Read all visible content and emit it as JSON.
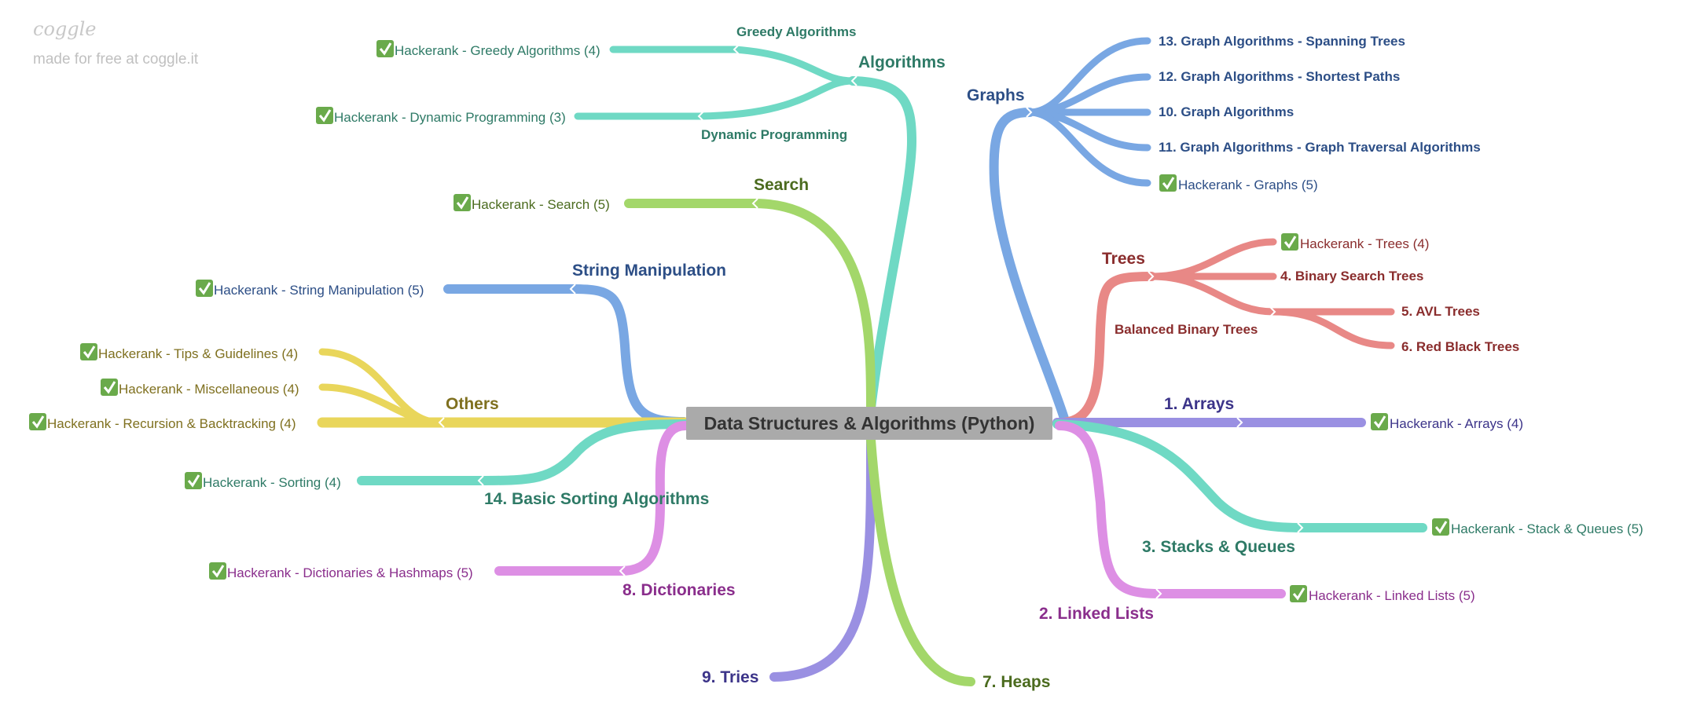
{
  "watermark": {
    "logo": "coggle",
    "tagline": "made for free at coggle.it"
  },
  "central": {
    "label": "Data Structures & Algorithms (Python)"
  },
  "colors": {
    "teal": "#6fd9c4",
    "green": "#a3d76a",
    "blue": "#79a7e3",
    "yellow": "#e9d65b",
    "purple": "#9a90e2",
    "pink": "#dd8fe4",
    "red": "#e88886",
    "checkbox": "#6aaa4b",
    "central_bg": "#aaaaaa"
  },
  "branches": {
    "algorithms": {
      "label": "Algorithms",
      "greedy": {
        "label": "Greedy Algorithms",
        "item": "Hackerank - Greedy Algorithms (4)"
      },
      "dynamic": {
        "label": "Dynamic Programming",
        "item": "Hackerank - Dynamic Programming (3)"
      }
    },
    "search": {
      "label": "Search",
      "item": "Hackerank - Search (5)"
    },
    "string_manipulation": {
      "label": "String Manipulation",
      "item": "Hackerank - String Manipulation (5)"
    },
    "others": {
      "label": "Others",
      "items": [
        "Hackerank - Tips & Guidelines (4)",
        "Hackerank - Miscellaneous (4)",
        "Hackerank - Recursion & Backtracking (4)"
      ]
    },
    "sorting": {
      "label": "14. Basic Sorting Algorithms",
      "item": "Hackerank - Sorting (4)"
    },
    "dictionaries": {
      "label": "8. Dictionaries",
      "item": "Hackerank - Dictionaries & Hashmaps (5)"
    },
    "tries": {
      "label": "9. Tries"
    },
    "heaps": {
      "label": "7. Heaps"
    },
    "graphs": {
      "label": "Graphs",
      "items": [
        "13. Graph Algorithms - Spanning Trees",
        "12. Graph Algorithms - Shortest Paths",
        "10. Graph Algorithms",
        "11. Graph Algorithms - Graph Traversal Algorithms"
      ],
      "hackerank": "Hackerank - Graphs (5)"
    },
    "trees": {
      "label": "Trees",
      "hackerank": "Hackerank - Trees (4)",
      "bst": "4. Binary Search Trees",
      "balanced": {
        "label": "Balanced Binary Trees",
        "items": [
          "5. AVL Trees",
          "6. Red Black Trees"
        ]
      }
    },
    "arrays": {
      "label": "1. Arrays",
      "item": "Hackerank - Arrays (4)"
    },
    "stacks": {
      "label": "3. Stacks & Queues",
      "item": "Hackerank - Stack & Queues (5)"
    },
    "linked_lists": {
      "label": "2. Linked Lists",
      "item": "Hackerank - Linked Lists (5)"
    }
  }
}
